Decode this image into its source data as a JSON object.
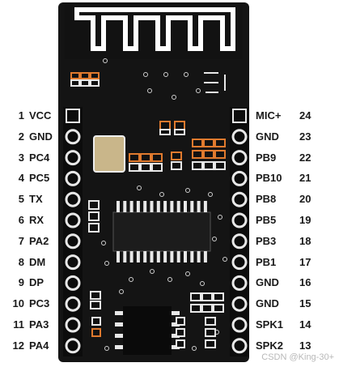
{
  "left_pins": [
    {
      "num": "1",
      "name": "VCC"
    },
    {
      "num": "2",
      "name": "GND"
    },
    {
      "num": "3",
      "name": "PC4"
    },
    {
      "num": "4",
      "name": "PC5"
    },
    {
      "num": "5",
      "name": "TX"
    },
    {
      "num": "6",
      "name": "RX"
    },
    {
      "num": "7",
      "name": "PA2"
    },
    {
      "num": "8",
      "name": "DM"
    },
    {
      "num": "9",
      "name": "DP"
    },
    {
      "num": "10",
      "name": "PC3"
    },
    {
      "num": "11",
      "name": "PA3"
    },
    {
      "num": "12",
      "name": "PA4"
    }
  ],
  "right_pins": [
    {
      "num": "24",
      "name": "MIC+"
    },
    {
      "num": "23",
      "name": "GND"
    },
    {
      "num": "22",
      "name": "PB9"
    },
    {
      "num": "21",
      "name": "PB10"
    },
    {
      "num": "20",
      "name": "PB8"
    },
    {
      "num": "19",
      "name": "PB5"
    },
    {
      "num": "18",
      "name": "PB3"
    },
    {
      "num": "17",
      "name": "PB1"
    },
    {
      "num": "16",
      "name": "GND"
    },
    {
      "num": "15",
      "name": "GND"
    },
    {
      "num": "14",
      "name": "SPK1"
    },
    {
      "num": "13",
      "name": "SPK2"
    }
  ],
  "watermark": "CSDN @King-30+",
  "colors": {
    "board": "#141414",
    "pad": "#e8e8e8",
    "antenna": "#ffffff",
    "component_orange": "#e07a2e"
  }
}
